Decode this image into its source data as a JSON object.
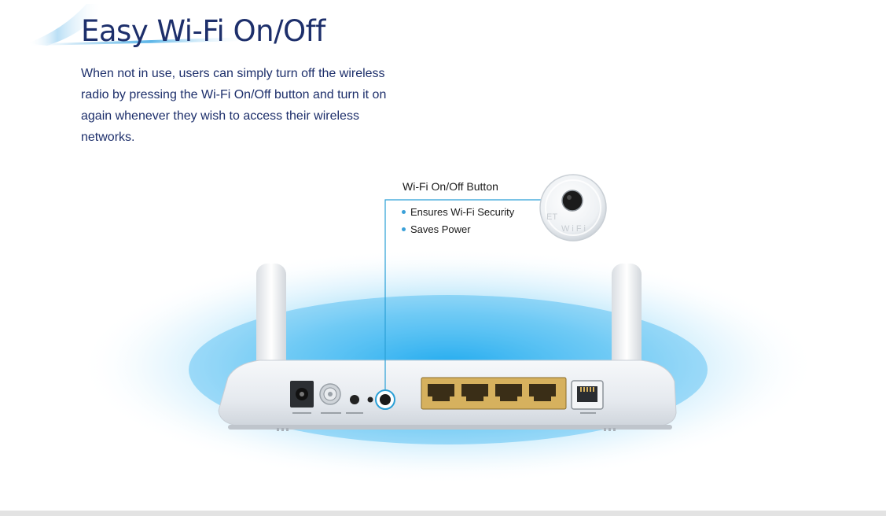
{
  "section": {
    "title": "Easy Wi-Fi On/Off",
    "description": "When not in use, users can simply turn off the wireless radio by pressing the Wi-Fi On/Off button and turn it on again whenever they wish to access their wireless networks."
  },
  "callout": {
    "title": "Wi-Fi On/Off Button",
    "items": [
      "Ensures Wi-Fi Security",
      "Saves Power"
    ]
  },
  "zoom_labels": {
    "left": "ET",
    "bottom": "WiFi"
  },
  "colors": {
    "title": "#1d2f6b",
    "accent": "#2a9fd6",
    "glow": "#2fb3f0",
    "ethernet_port": "#d6b15e",
    "router_body": "#e9edf2"
  },
  "icons": [
    "router-illustration",
    "wifi-button-zoom",
    "power-jack-icon",
    "ethernet-port-icon",
    "phone-line-port-icon"
  ]
}
